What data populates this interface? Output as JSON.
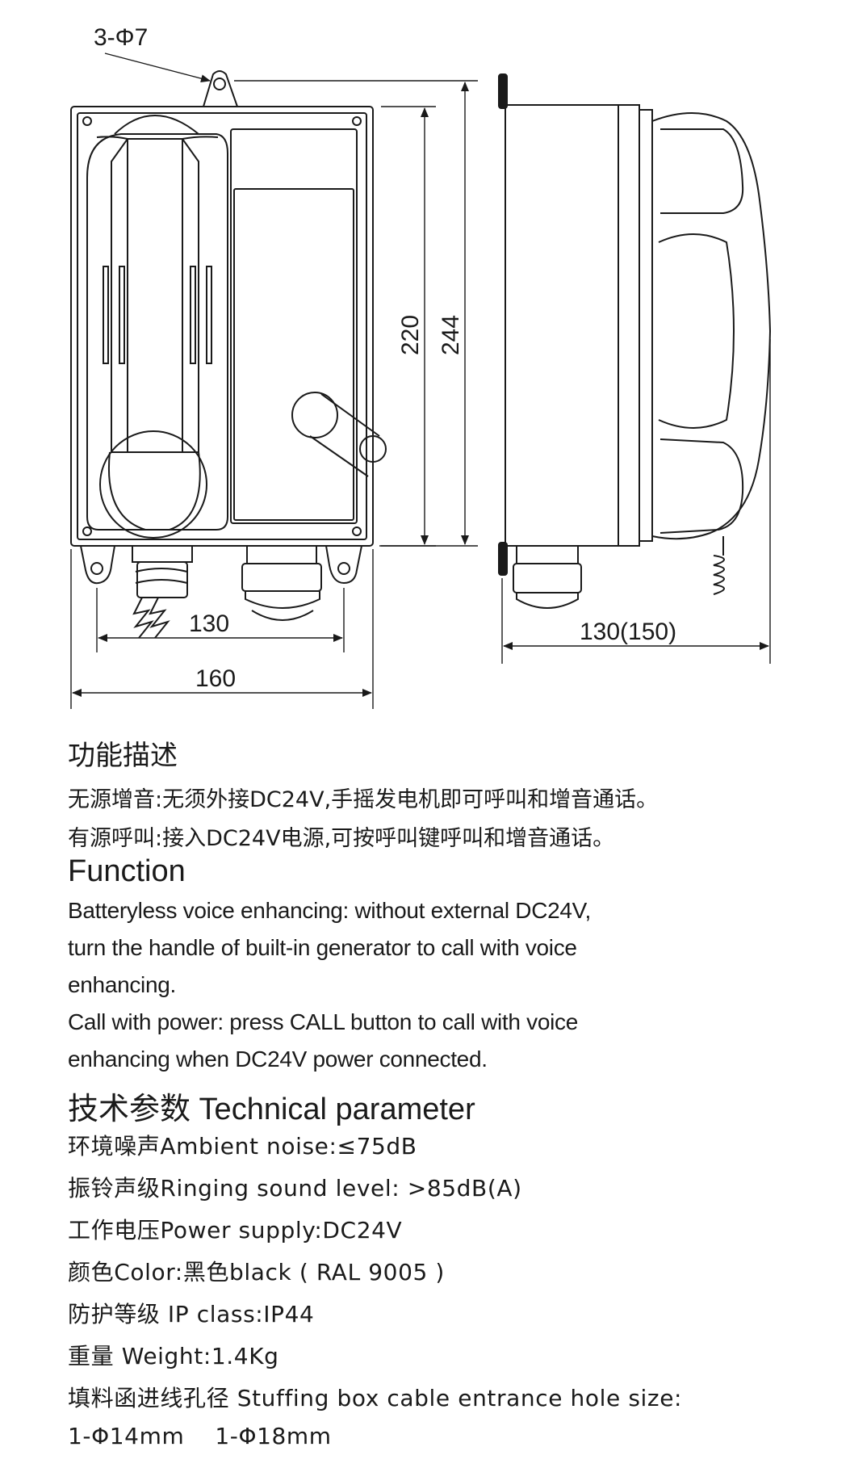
{
  "drawing": {
    "hole_label": "3-Φ7",
    "dim_width_inner": "130",
    "dim_width_outer": "160",
    "dim_height_inner": "220",
    "dim_height_outer": "244",
    "dim_depth": "130(150)"
  },
  "function_cn": {
    "heading": "功能描述",
    "line1": "无源增音:无须外接DC24V,手摇发电机即可呼叫和增音通话。",
    "line2": "有源呼叫:接入DC24V电源,可按呼叫键呼叫和增音通话。"
  },
  "function_en": {
    "heading": "Function",
    "lines": [
      "Batteryless voice enhancing:  without external DC24V,",
      "turn the handle of built-in generator to call with voice",
      "enhancing.",
      "Call with power: press CALL button to call with voice",
      "enhancing when DC24V power connected."
    ]
  },
  "technical": {
    "heading": "技术参数 Technical parameter",
    "params": [
      "环境噪声Ambient noise:≤75dB",
      "振铃声级Ringing sound level: >85dB(A)",
      "工作电压Power supply:DC24V",
      "颜色Color:黑色black ( RAL 9005 )",
      "防护等级 IP class:IP44",
      "重量 Weight:1.4Kg",
      "填料函进线孔径 Stuffing box cable entrance hole size:",
      "1-Φ14mm    1-Φ18mm"
    ]
  }
}
